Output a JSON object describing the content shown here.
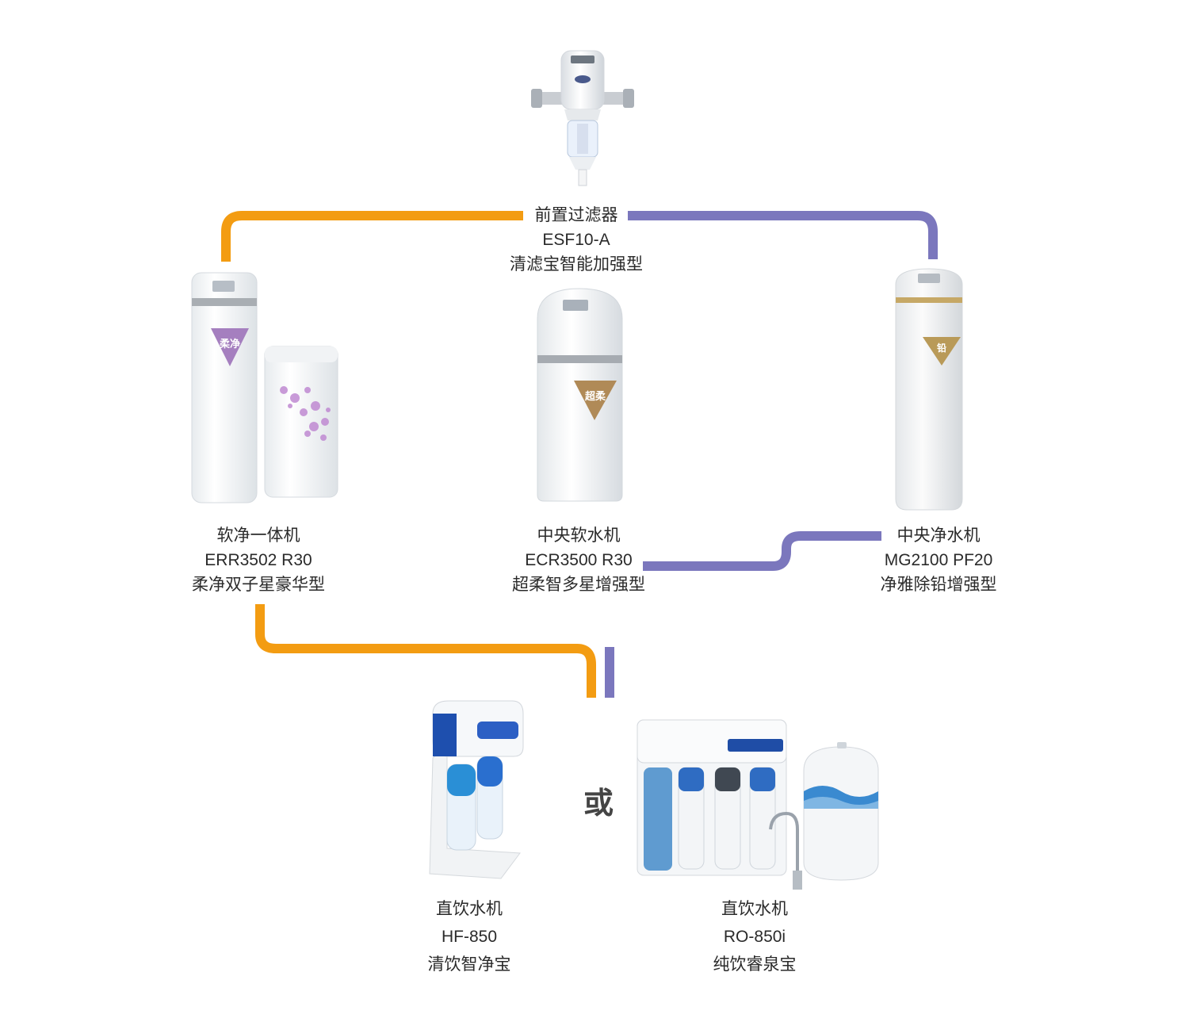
{
  "colors": {
    "orange": "#F39C12",
    "purple": "#7B77BD"
  },
  "products": {
    "prefilter": {
      "type": "前置过滤器",
      "model": "ESF10-A",
      "name": "清滤宝智能加强型",
      "icon": "prefilter-icon"
    },
    "combo": {
      "type": "软净一体机",
      "model": "ERR3502 R30",
      "name": "柔净双子星豪华型",
      "icon": "softener-combo-icon",
      "badge": "柔净"
    },
    "softener": {
      "type": "中央软水机",
      "model": "ECR3500 R30",
      "name": "超柔智多星增强型",
      "icon": "water-softener-icon",
      "badge": "超柔"
    },
    "purifier": {
      "type": "中央净水机",
      "model": "MG2100 PF20",
      "name": "净雅除铅增强型",
      "icon": "central-purifier-icon",
      "badge": "铅"
    },
    "hf850": {
      "type": "直饮水机",
      "model": "HF-850",
      "name": "清饮智净宝",
      "icon": "hf-filter-icon"
    },
    "ro850i": {
      "type": "直饮水机",
      "model": "RO-850i",
      "name": "纯饮睿泉宝",
      "icon": "ro-system-icon"
    }
  },
  "or_text": "或"
}
